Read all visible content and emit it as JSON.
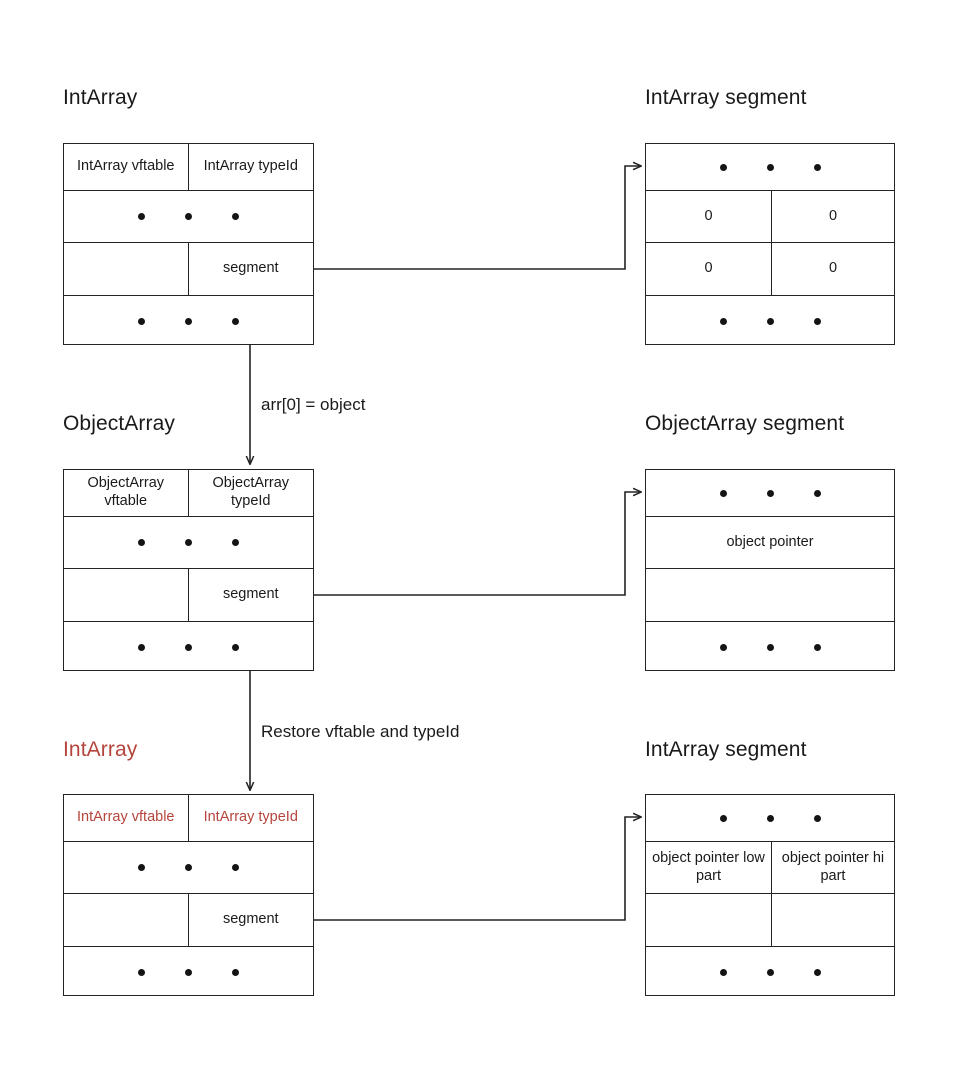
{
  "diagram": {
    "title_intarray_top": "IntArray",
    "title_intarray_segment_top": "IntArray segment",
    "title_objectarray": "ObjectArray",
    "title_objectarray_segment": "ObjectArray segment",
    "title_intarray_bottom": "IntArray",
    "title_intarray_segment_bottom": "IntArray segment",
    "accent_red": "#b5453c",
    "line_color": "#232323",
    "arrow_labels": {
      "step1": "arr[0] = object",
      "step2": "Restore vftable and typeId"
    },
    "structs": {
      "intarray_top": {
        "row1_left": "IntArray vftable",
        "row1_right": "IntArray typeId",
        "row2": "",
        "row3_left": "",
        "row3_right": "segment",
        "row4": ""
      },
      "intarray_segment_top": {
        "row1": "",
        "row2_left": "0",
        "row2_right": "0",
        "row3_left": "0",
        "row3_right": "0",
        "row4": ""
      },
      "objectarray": {
        "row1_left": "ObjectArray vftable",
        "row1_right": "ObjectArray typeId",
        "row2": "",
        "row3_left": "",
        "row3_right": "segment",
        "row4": ""
      },
      "objectarray_segment": {
        "row1": "",
        "row2": "object pointer",
        "row3": "",
        "row4": ""
      },
      "intarray_bottom": {
        "row1_left": "IntArray vftable",
        "row1_right": "IntArray typeId",
        "row2": "",
        "row3_left": "",
        "row3_right": "segment",
        "row4": ""
      },
      "intarray_segment_bottom": {
        "row1": "",
        "row2_left": "object pointer low part",
        "row2_right": "object pointer hi part",
        "row3_left": "",
        "row3_right": "",
        "row4": ""
      }
    }
  }
}
